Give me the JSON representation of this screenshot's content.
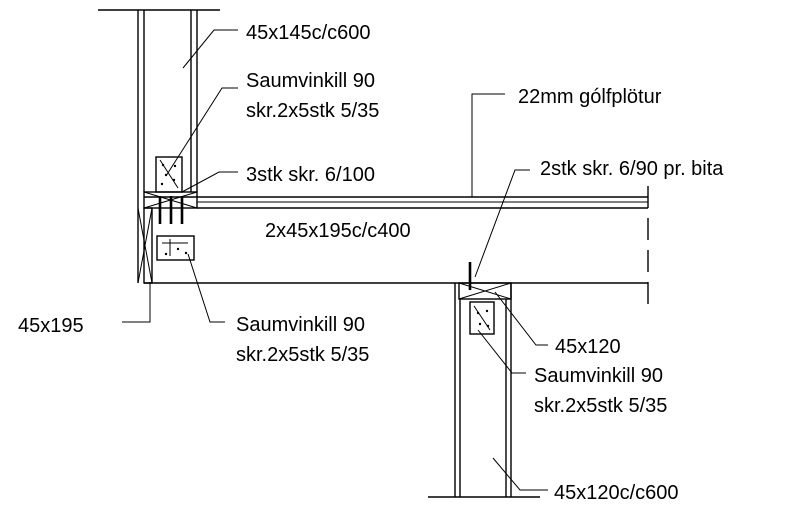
{
  "drawing": {
    "labels": {
      "upper_stud": "45x145c/c600",
      "upper_angle_line1": "Saumvinkill 90",
      "upper_angle_line2": "skr.2x5stk 5/35",
      "floor_board": "22mm gólfplötur",
      "screws_3": "3stk skr. 6/100",
      "screws_2": "2stk skr. 6/90 pr. bita",
      "joist": "2x45x195c/c400",
      "rim_board": "45x195",
      "middle_angle_line1": "Saumvinkill 90",
      "middle_angle_line2": "skr.2x5stk 5/35",
      "top_plate": "45x120",
      "lower_angle_line1": "Saumvinkill 90",
      "lower_angle_line2": "skr.2x5stk 5/35",
      "lower_stud": "45x120c/c600"
    }
  }
}
